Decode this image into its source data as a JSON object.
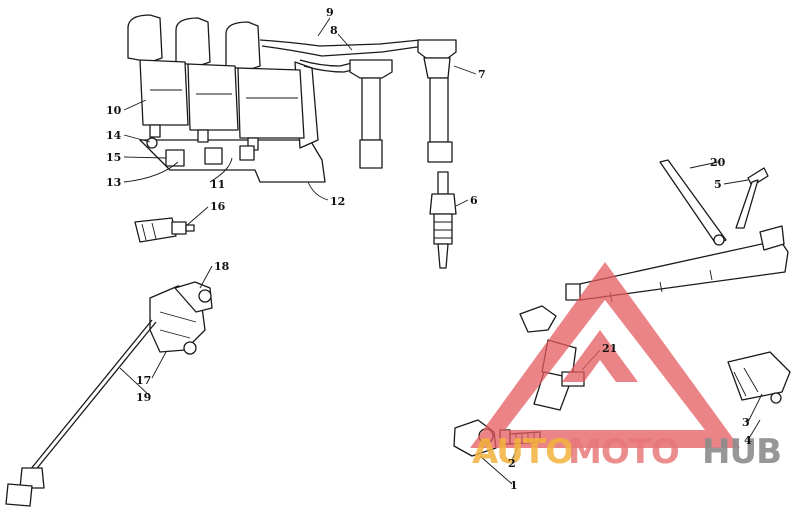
{
  "callouts": [
    {
      "id": "9",
      "label": "9"
    },
    {
      "id": "8",
      "label": "8"
    },
    {
      "id": "7",
      "label": "7"
    },
    {
      "id": "10",
      "label": "10"
    },
    {
      "id": "14",
      "label": "14"
    },
    {
      "id": "15",
      "label": "15"
    },
    {
      "id": "13",
      "label": "13"
    },
    {
      "id": "11",
      "label": "11"
    },
    {
      "id": "12",
      "label": "12"
    },
    {
      "id": "6",
      "label": "6"
    },
    {
      "id": "16",
      "label": "16"
    },
    {
      "id": "18",
      "label": "18"
    },
    {
      "id": "17",
      "label": "17"
    },
    {
      "id": "19",
      "label": "19"
    },
    {
      "id": "20",
      "label": "20"
    },
    {
      "id": "5",
      "label": "5"
    },
    {
      "id": "21",
      "label": "21"
    },
    {
      "id": "3",
      "label": "3"
    },
    {
      "id": "4",
      "label": "4"
    },
    {
      "id": "2",
      "label": "2"
    },
    {
      "id": "1",
      "label": "1"
    }
  ],
  "watermark": {
    "part1": "AUTO",
    "part2": "MOTO",
    "part3": "HUB",
    "colors": {
      "auto": "#f2b33d",
      "moto": "#e8787a",
      "hub": "#8c8c8c",
      "triangle": "#e55b5f"
    }
  }
}
